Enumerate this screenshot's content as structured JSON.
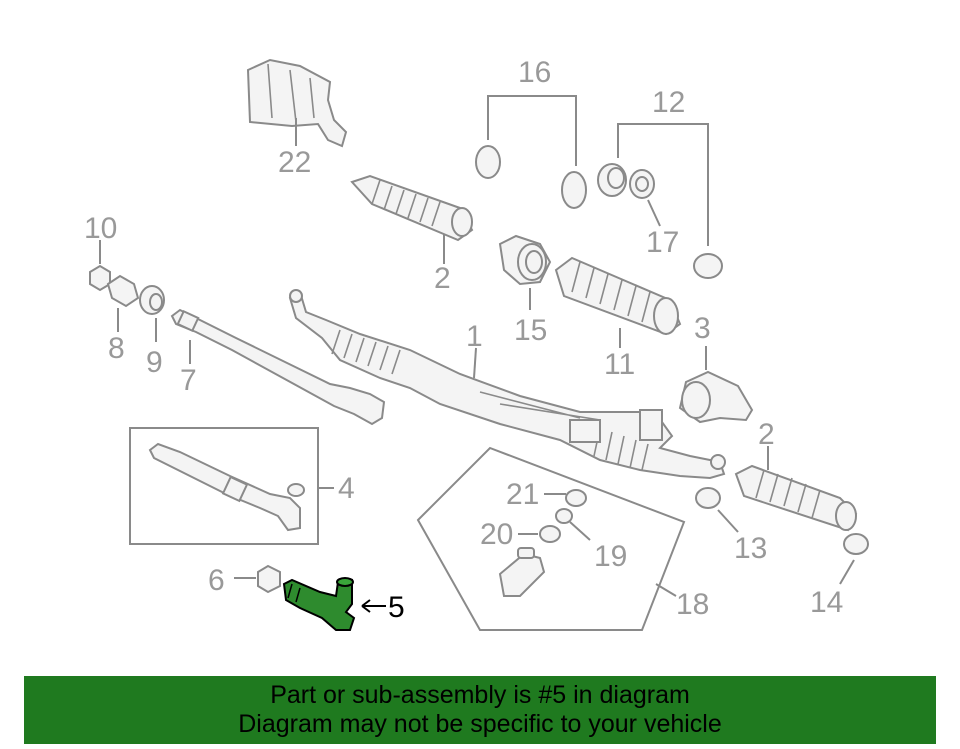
{
  "diagram": {
    "callouts": {
      "c1": "1",
      "c2a": "2",
      "c2b": "2",
      "c3": "3",
      "c4": "4",
      "c5": "5",
      "c6": "6",
      "c7": "7",
      "c8": "8",
      "c9": "9",
      "c10": "10",
      "c11": "11",
      "c12": "12",
      "c13": "13",
      "c14": "14",
      "c15": "15",
      "c16": "16",
      "c17": "17",
      "c18": "18",
      "c19": "19",
      "c20": "20",
      "c21": "21",
      "c22": "22"
    },
    "highlight_part": "5",
    "colors": {
      "line_gray": "#8a8a8a",
      "label_gray": "#999999",
      "highlight_green": "#2e8b2e",
      "banner_green": "#1f7a1f"
    }
  },
  "banner": {
    "line1": "Part or sub-assembly is #5 in diagram",
    "line2": "Diagram may not be specific to your vehicle"
  }
}
